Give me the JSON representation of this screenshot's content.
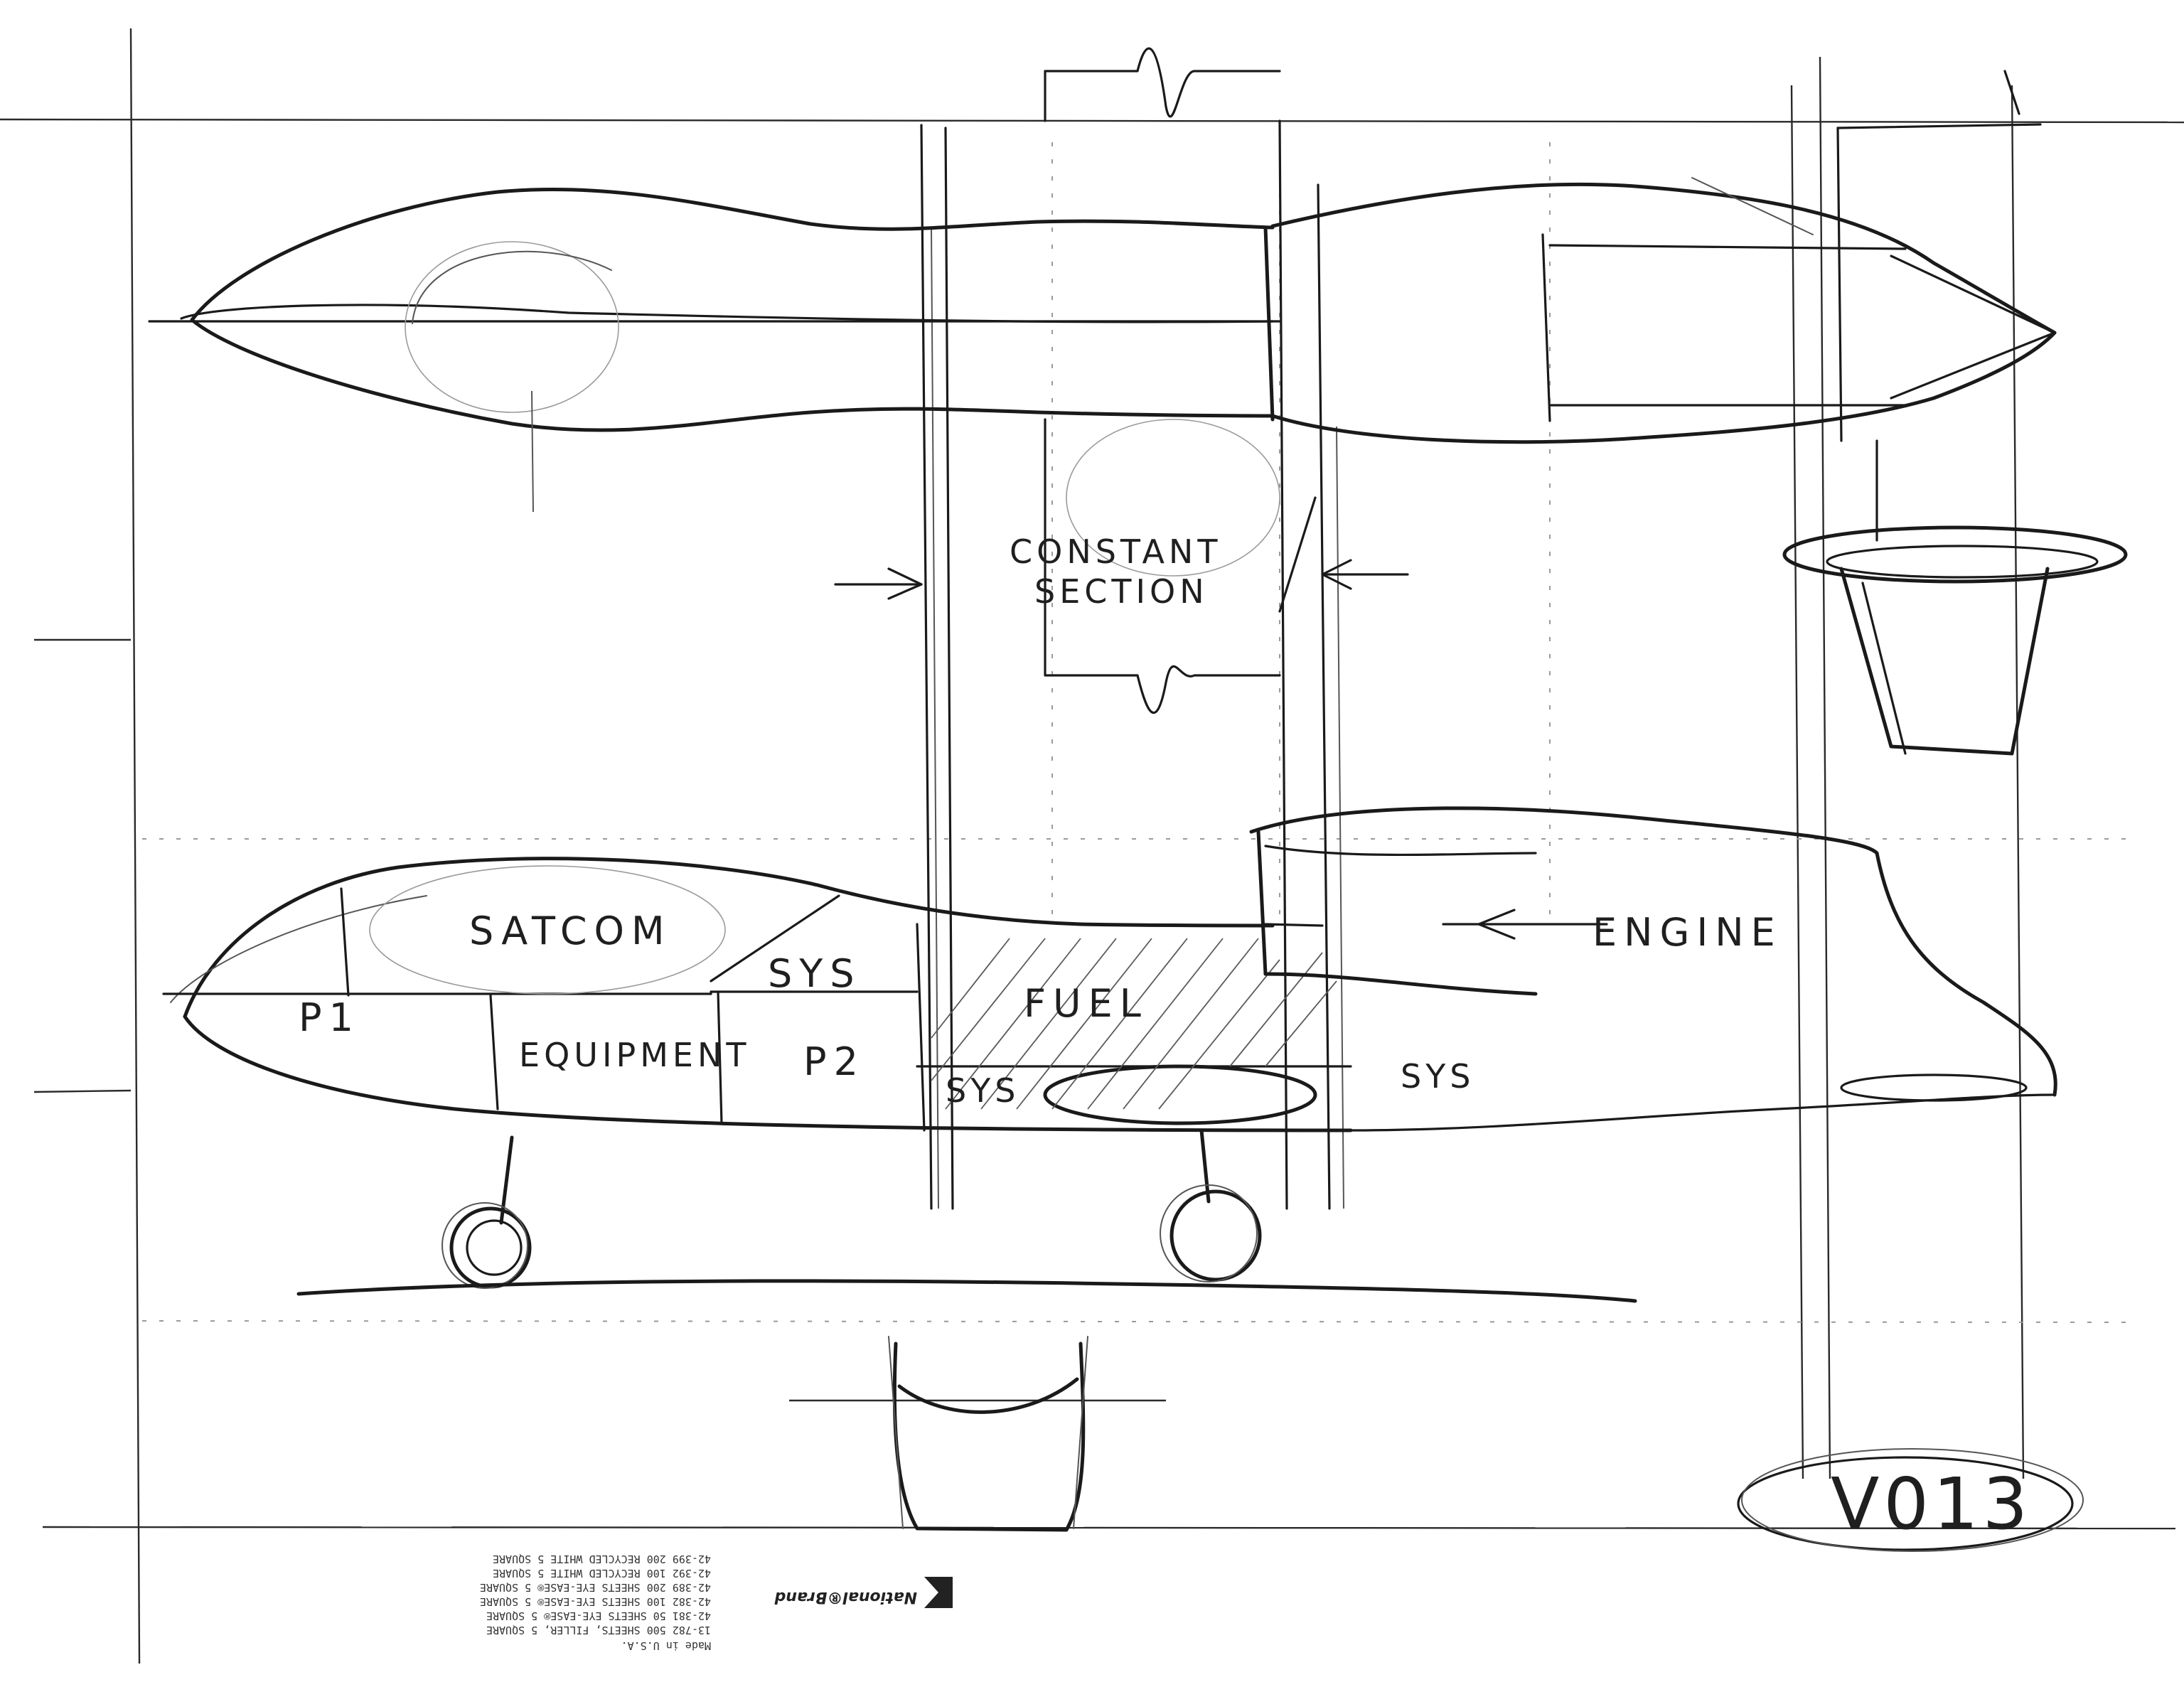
{
  "labels": {
    "constant_section_line1": "CONSTANT",
    "constant_section_line2": "SECTION",
    "satcom": "SATCOM",
    "sys_upper": "SYS",
    "p1": "P1",
    "equipment": "EQUIPMENT",
    "p2": "P2",
    "fuel": "FUEL",
    "sys_lower_left": "SYS",
    "sys_lower_right": "SYS",
    "engine": "ENGINE",
    "drawing_id": "V013"
  },
  "paper_imprint": {
    "brand": "National®Brand",
    "made_in": "Made in U.S.A.",
    "lines": [
      "13-782   500 SHEETS, FILLER, 5 SQUARE",
      "42-381   50 SHEETS EYE-EASE® 5 SQUARE",
      "42-382   100 SHEETS EYE-EASE® 5 SQUARE",
      "42-389   200 SHEETS EYE-EASE® 5 SQUARE",
      "42-392   100 RECYCLED WHITE 5 SQUARE",
      "42-399   200 RECYCLED WHITE 5 SQUARE"
    ]
  },
  "colors": {
    "paper": "#ffffff",
    "ink": "#1a1a1a",
    "pencil_light": "#9a9a9a"
  }
}
